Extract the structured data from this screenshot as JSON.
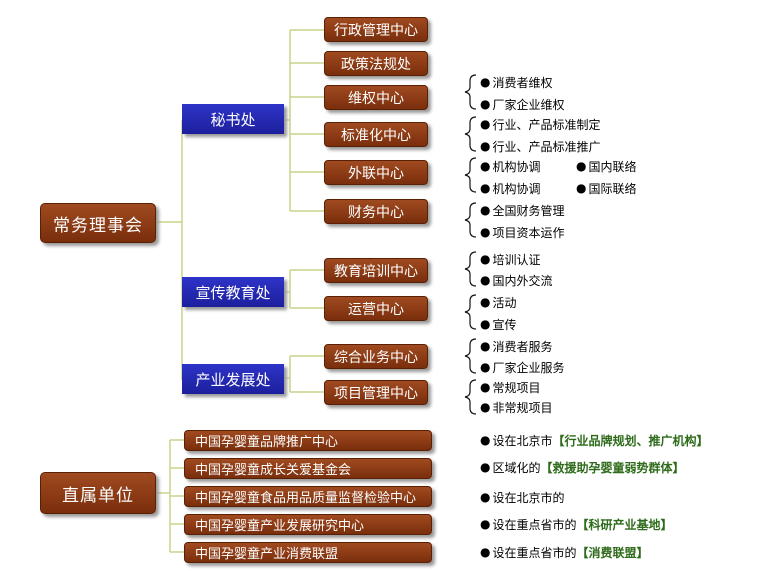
{
  "root": {
    "standing_council": "常务理事会",
    "direct_units": "直属单位"
  },
  "departments": [
    {
      "label": "秘书处",
      "centers": [
        {
          "label": "行政管理中心",
          "notes": []
        },
        {
          "label": "政策法规处",
          "notes": []
        },
        {
          "label": "维权中心",
          "notes": [
            "消费者维权",
            "厂家企业维权"
          ]
        },
        {
          "label": "标准化中心",
          "notes": [
            "行业、产品标准制定",
            "行业、产品标准推广"
          ]
        },
        {
          "label": "外联中心",
          "notes": [
            "机构协调",
            "机构协调"
          ],
          "extra_notes": [
            "国内联络",
            "国际联络"
          ]
        },
        {
          "label": "财务中心",
          "notes": [
            "全国财务管理",
            "项目资本运作"
          ]
        }
      ]
    },
    {
      "label": "宣传教育处",
      "centers": [
        {
          "label": "教育培训中心",
          "notes": [
            "培训认证",
            "国内外交流"
          ]
        },
        {
          "label": "运营中心",
          "notes": [
            "活动",
            "宣传"
          ]
        }
      ]
    },
    {
      "label": "产业发展处",
      "centers": [
        {
          "label": "综合业务中心",
          "notes": [
            "消费者服务",
            "厂家企业服务"
          ]
        },
        {
          "label": "项目管理中心",
          "notes": [
            "常规项目",
            "非常规项目"
          ]
        }
      ]
    }
  ],
  "units": [
    {
      "label": "中国孕婴童品牌推广中心",
      "note": "设在北京市",
      "highlight": "【行业品牌规划、推广机构】"
    },
    {
      "label": "中国孕婴童成长关爱基金会",
      "note": "区域化的",
      "highlight": "【救援助孕婴童弱势群体】"
    },
    {
      "label": "中国孕婴童食品用品质量监督检验中心",
      "note": "设在北京市的",
      "highlight": ""
    },
    {
      "label": "中国孕婴童产业发展研究中心",
      "note": "设在重点省市的",
      "highlight": "【科研产业基地】"
    },
    {
      "label": "中国孕婴童产业消费联盟",
      "note": "设在重点省市的",
      "highlight": "【消费联盟】"
    }
  ],
  "colors": {
    "box": "#7a2e0c",
    "dept": "#1c1f9c",
    "connector": "#c8d48a",
    "highlight": "#2e6b1a"
  }
}
